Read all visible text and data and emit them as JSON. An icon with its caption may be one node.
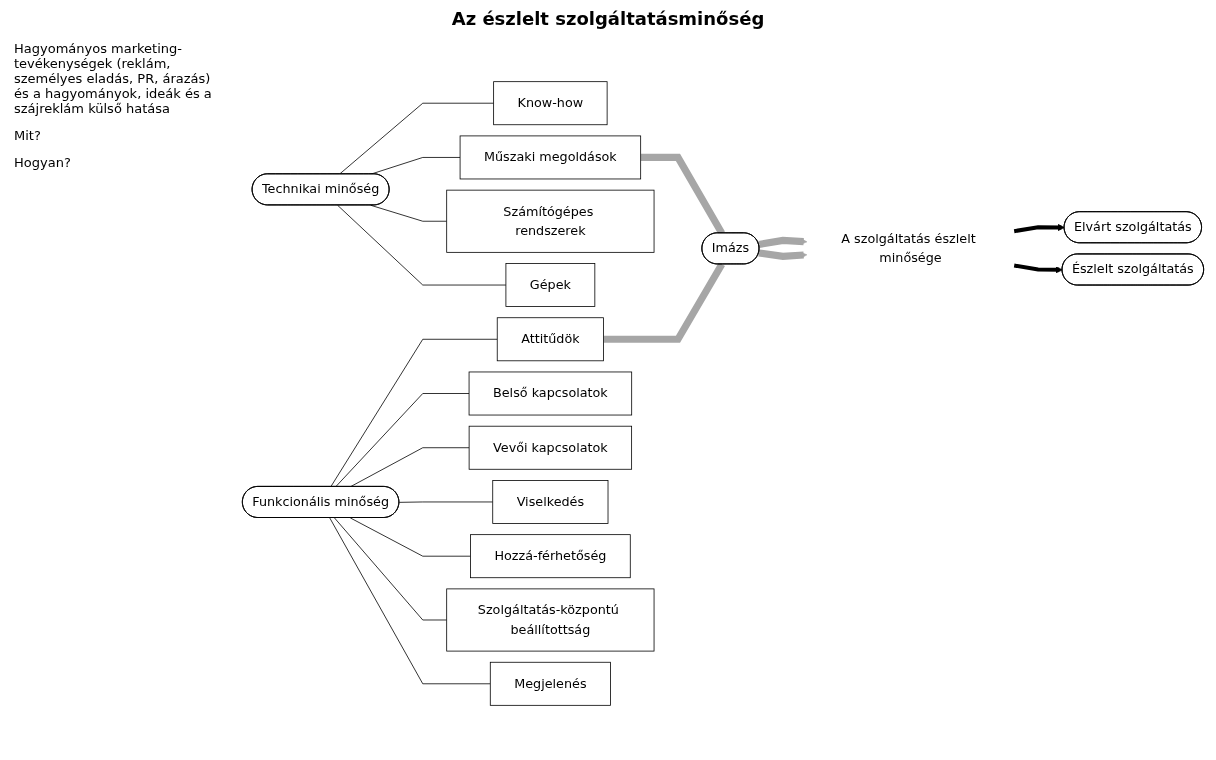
{
  "diagram": {
    "title": "Az észlelt szolgáltatásminőség",
    "nodes": [
      {
        "text": [
          "Elvárt szolgáltatás"
        ]
      },
      {
        "text": [
          "A szolgáltatás észlelt minősége"
        ]
      },
      {
        "text": [
          "Észlelt szolgáltatás"
        ]
      },
      {
        "text": [
          "Imázs"
        ]
      },
      {
        "text": [
          "Know-how"
        ]
      },
      {
        "text": [
          "Műszaki megoldások"
        ]
      },
      {
        "text": [
          "Attitűdök"
        ]
      },
      {
        "text": [
          "Belső kapcsolatok"
        ]
      },
      {
        "text": [
          "Vevői kapcsolatok"
        ]
      },
      {
        "text": [
          "Viselkedés"
        ]
      },
      {
        "text": [
          "Technikai minőség"
        ]
      },
      {
        "text": [
          "Funkcionális minőség"
        ]
      },
      {
        "text": [
          "Hozzá-férhetőség"
        ]
      },
      {
        "text": [
          "Szolgáltatás-központú beállítottság"
        ]
      },
      {
        "text": [
          "Számítógépes rendszerek"
        ]
      },
      {
        "text": [
          "Gépek"
        ]
      },
      {
        "text": [
          "Megjelenés"
        ]
      }
    ],
    "edges": [
      {
        "from": 1,
        "to": 0,
        "arrow": "to",
        "style": "thick"
      },
      {
        "from": 1,
        "to": 2,
        "arrow": "to",
        "style": "thick"
      },
      {
        "from": 3,
        "to": 1,
        "arrow": "to",
        "style": "thick",
        "color": "#a6a6a6"
      },
      {
        "from": 3,
        "to": 1,
        "arrow": "to",
        "style": "thick",
        "color": "#a6a6a6"
      },
      {
        "from": 5,
        "to": 3,
        "arrow": "none",
        "style": "thick",
        "color": "#a6a6a6"
      },
      {
        "from": 6,
        "to": 3,
        "arrow": "none",
        "style": "thick",
        "color": "#a6a6a6"
      },
      {
        "from": 10,
        "to": 4,
        "arrow": "none"
      },
      {
        "from": 10,
        "to": 5,
        "arrow": "none"
      },
      {
        "from": 10,
        "to": 14,
        "arrow": "none"
      },
      {
        "from": 10,
        "to": 15,
        "arrow": "none"
      },
      {
        "from": 11,
        "to": 6,
        "arrow": "none"
      },
      {
        "from": 11,
        "to": 7,
        "arrow": "none"
      },
      {
        "from": 11,
        "to": 8,
        "arrow": "none"
      },
      {
        "from": 11,
        "to": 9,
        "arrow": "none"
      },
      {
        "from": 11,
        "to": 12,
        "arrow": "none"
      },
      {
        "from": 11,
        "to": 13,
        "arrow": "none"
      },
      {
        "from": 11,
        "to": 16,
        "arrow": "none"
      }
    ],
    "labels": [
      "Hagyományos marketing-tevékenységek (reklám, személyes eladás, PR, árazás) és a hagyományok, ideák és a szájreklám külső hatása",
      "Mit?",
      "Hogyan?"
    ]
  }
}
